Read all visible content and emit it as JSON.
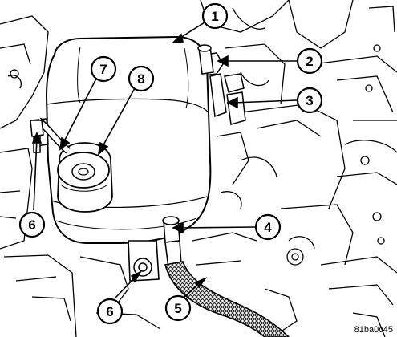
{
  "figure": {
    "code": "81ba0c45",
    "colors": {
      "ink": "#000000",
      "paper": "#ffffff",
      "hatch": "#333333"
    }
  },
  "callouts": [
    {
      "id": "1",
      "label": "1"
    },
    {
      "id": "2",
      "label": "2"
    },
    {
      "id": "3",
      "label": "3"
    },
    {
      "id": "4",
      "label": "4"
    },
    {
      "id": "5",
      "label": "5"
    },
    {
      "id": "6a",
      "label": "6"
    },
    {
      "id": "6b",
      "label": "6"
    },
    {
      "id": "7",
      "label": "7"
    },
    {
      "id": "8",
      "label": "8"
    }
  ]
}
